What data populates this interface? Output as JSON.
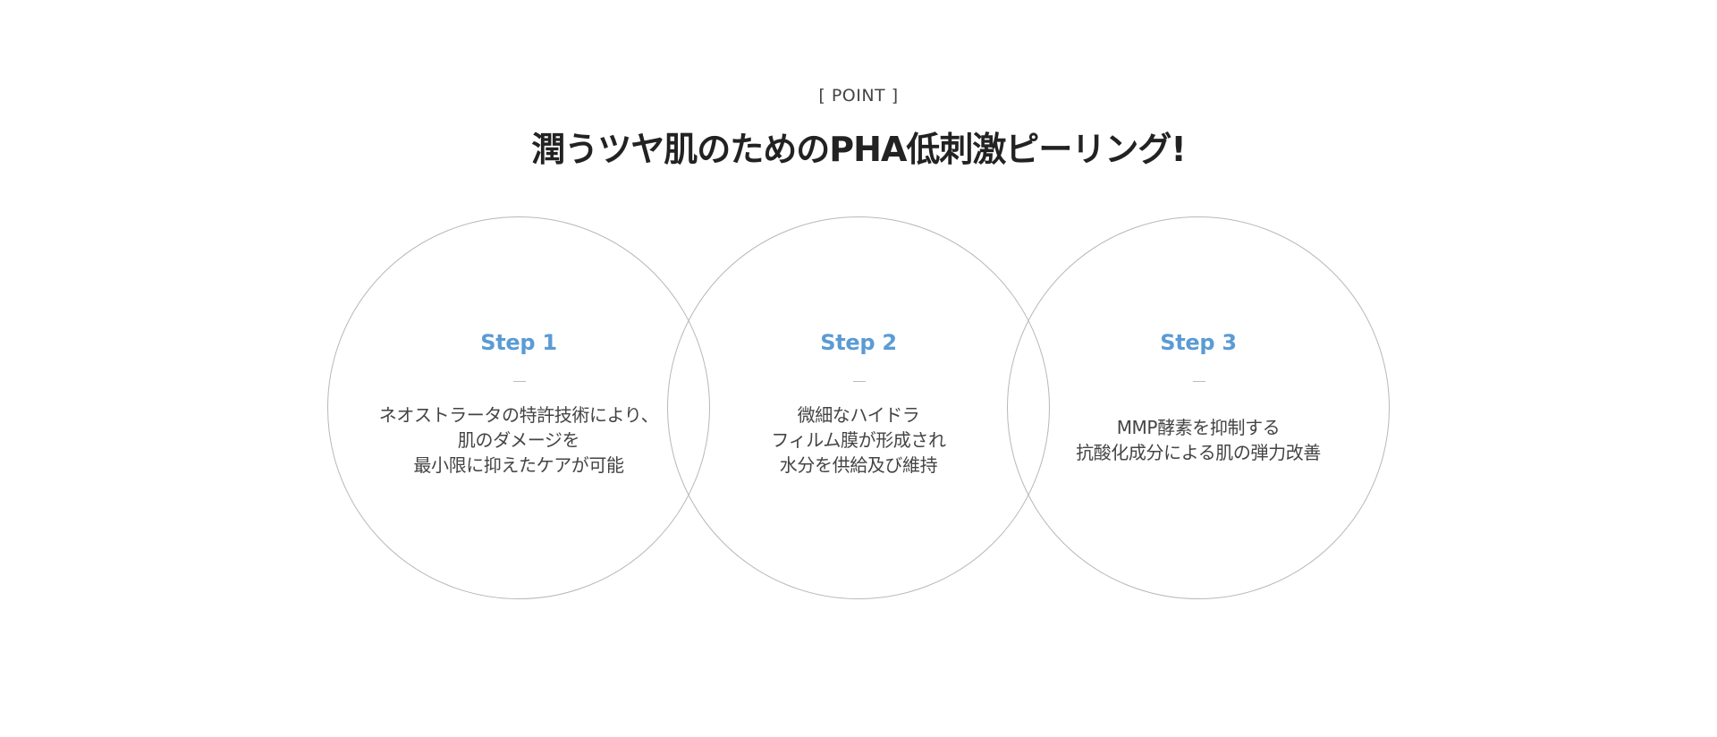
{
  "header": {
    "eyebrow": "[ POINT ]",
    "title": "潤うツヤ肌のためのPHA低刺激ピーリング!"
  },
  "steps": [
    {
      "title": "Step 1",
      "lines": [
        "ネオストラータの特許技術により、",
        "肌のダメージを",
        "最小限に抑えたケアが可能"
      ]
    },
    {
      "title": "Step 2",
      "lines": [
        "微細なハイドラ",
        "フィルム膜が形成され",
        "水分を供給及び維持"
      ]
    },
    {
      "title": "Step 3",
      "lines": [
        "MMP酵素を抑制する",
        "抗酸化成分による肌の弾力改善"
      ]
    }
  ],
  "colors": {
    "step_title": "#5b9bd5",
    "circle_border": "#b8b8b8",
    "heading": "#222222"
  }
}
